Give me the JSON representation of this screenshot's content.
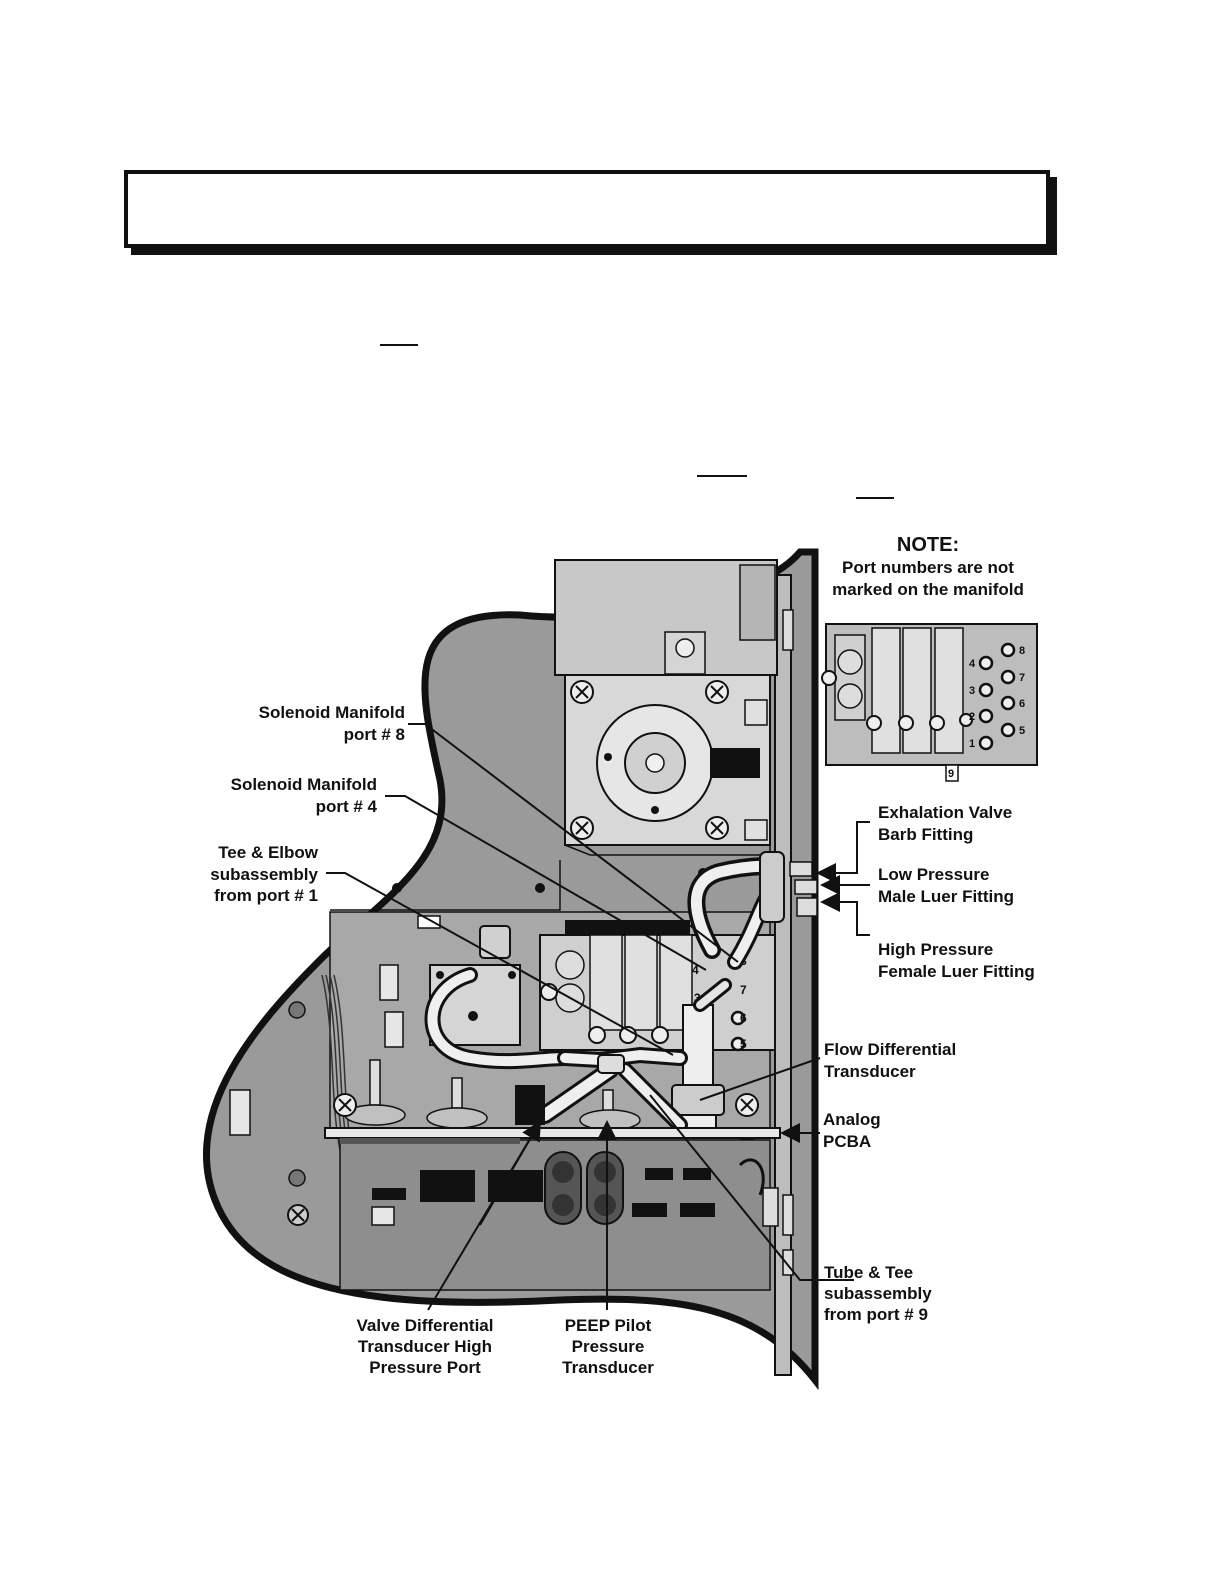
{
  "note": {
    "heading": "NOTE:",
    "line1": "Port numbers are not",
    "line2": "marked on the manifold"
  },
  "inset_ports": {
    "p1": "1",
    "p2": "2",
    "p3": "3",
    "p4": "4",
    "p5": "5",
    "p6": "6",
    "p7": "7",
    "p8": "8",
    "p9": "9"
  },
  "main_ports": {
    "p3": "3",
    "p4": "4",
    "p5": "5",
    "p6": "6",
    "p7": "7",
    "p8": "8"
  },
  "labels": {
    "solenoid_port8": [
      "Solenoid Manifold",
      "port # 8"
    ],
    "solenoid_port4": [
      "Solenoid Manifold",
      "port # 4"
    ],
    "tee_elbow": [
      "Tee & Elbow",
      "subassembly",
      "from port # 1"
    ],
    "exhalation_valve": [
      "Exhalation Valve",
      "Barb Fitting"
    ],
    "low_pressure": [
      "Low Pressure",
      "Male Luer Fitting"
    ],
    "high_pressure": [
      "High Pressure",
      "Female Luer Fitting"
    ],
    "flow_differential": [
      "Flow Differential",
      "Transducer"
    ],
    "analog_pcba": [
      "Analog",
      "PCBA"
    ],
    "tube_tee": [
      "Tube & Tee",
      "subassembly",
      "from port # 9"
    ],
    "valve_differential": [
      "Valve Differential",
      "Transducer High",
      "Pressure Port"
    ],
    "peep_pilot": [
      "PEEP Pilot",
      "Pressure",
      "Transducer"
    ]
  }
}
